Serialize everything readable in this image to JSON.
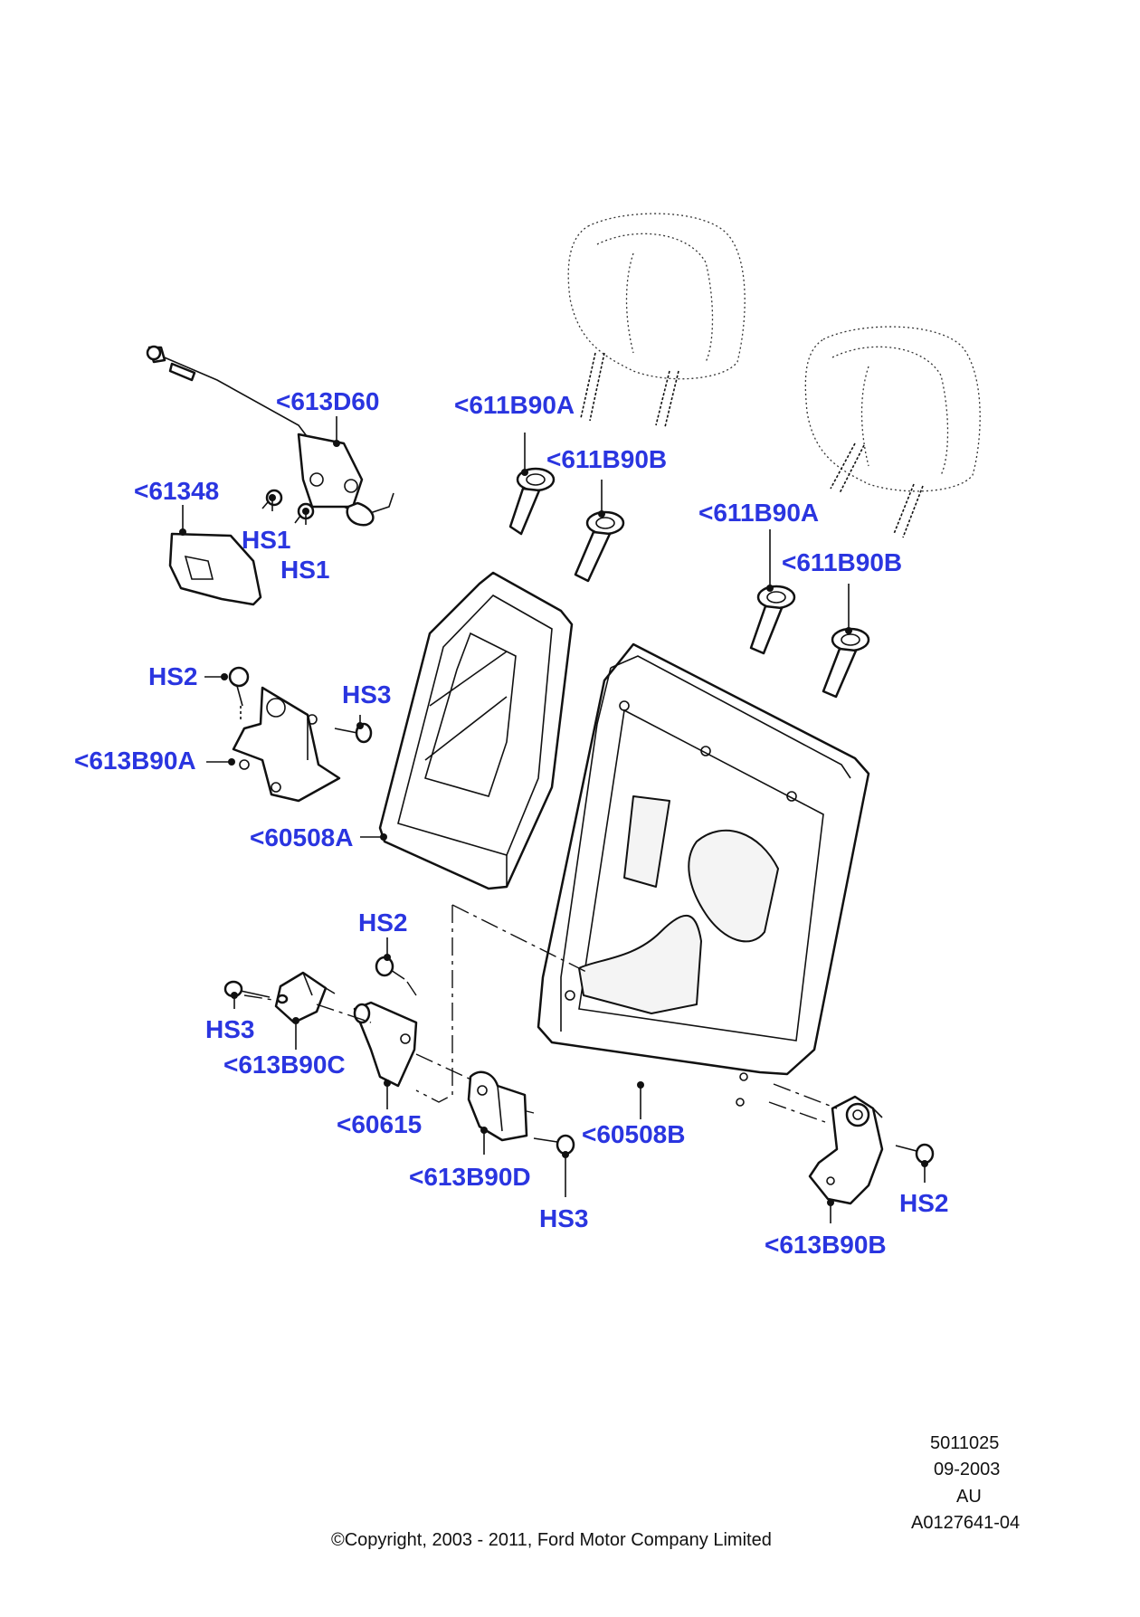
{
  "labels": {
    "l_613d60": "<613D60",
    "l_61348": "<61348",
    "l_hs1_a": "HS1",
    "l_hs1_b": "HS1",
    "l_611b90a_1": "<611B90A",
    "l_611b90b_1": "<611B90B",
    "l_611b90a_2": "<611B90A",
    "l_611b90b_2": "<611B90B",
    "l_hs2_a": "HS2",
    "l_hs3_a": "HS3",
    "l_613b90a": "<613B90A",
    "l_60508a": "<60508A",
    "l_hs2_b": "HS2",
    "l_hs3_b": "HS3",
    "l_613b90c": "<613B90C",
    "l_60615": "<60615",
    "l_613b90d": "<613B90D",
    "l_hs3_c": "HS3",
    "l_60508b": "<60508B",
    "l_hs2_c": "HS2",
    "l_613b90b": "<613B90B"
  },
  "footer": {
    "code": "5011025",
    "date": "09-2003",
    "region": "AU",
    "ref": "A0127641-04",
    "copyright": "©Copyright, 2003 - 2011, Ford Motor Company Limited"
  },
  "colors": {
    "callout": "#2a35e0",
    "line": "#111111",
    "background": "#ffffff"
  }
}
